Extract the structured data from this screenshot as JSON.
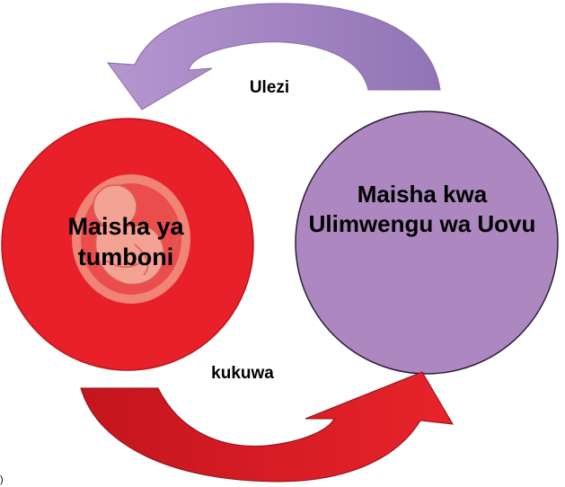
{
  "diagram": {
    "top_arrow_label": "Ulezi",
    "bottom_arrow_label": "kukuwa",
    "left_circle_label": "Maisha ya tumboni",
    "right_circle_label": "Maisha kwa Ulimwengu wa Uovu",
    "corner_mark": ")"
  },
  "colors": {
    "left_circle_fill": "#e8202a",
    "right_circle_fill": "#ad88c0",
    "top_arrow_fill": "#a586c4",
    "bottom_arrow_fill": "#d11a22",
    "fetus_fill": "#f08a7a"
  },
  "icons": {
    "fetus": "fetus-in-womb-icon"
  }
}
